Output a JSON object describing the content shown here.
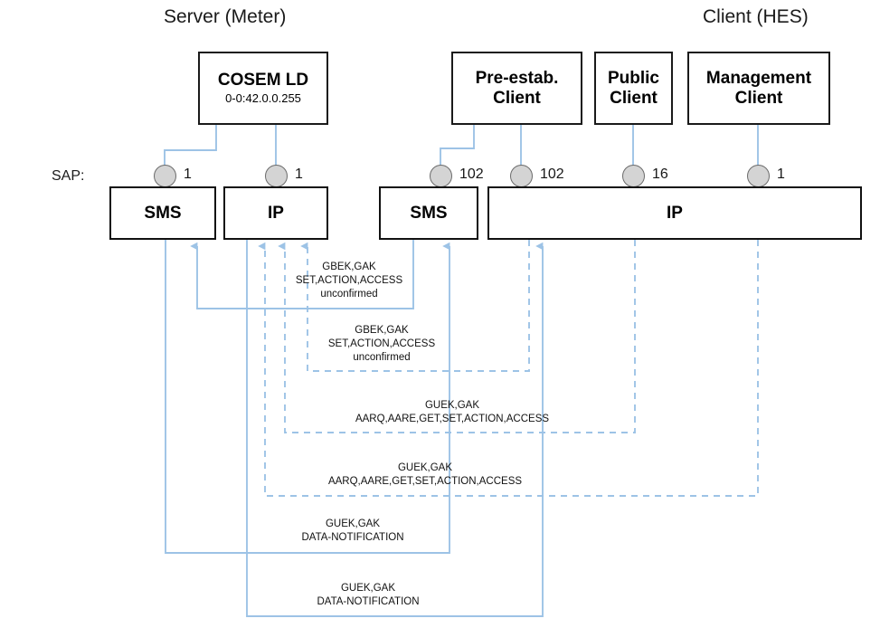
{
  "diagram": {
    "title_left": "Server (Meter)",
    "title_right": "Client (HES)",
    "sap_label": "SAP:"
  },
  "nodes": [
    {
      "id": "cosem-ld",
      "title": "COSEM LD",
      "sub": "0-0:42.0.0.255"
    },
    {
      "id": "pre-estab-client",
      "title": "Pre-estab.\nClient",
      "sub": ""
    },
    {
      "id": "public-client",
      "title": "Public\nClient",
      "sub": ""
    },
    {
      "id": "management-client",
      "title": "Management\nClient",
      "sub": ""
    }
  ],
  "node_labels": {
    "cosem_ld_title": "COSEM LD",
    "cosem_ld_sub": "0-0:42.0.0.255",
    "pre_estab_l1": "Pre-estab.",
    "pre_estab_l2": "Client",
    "public_l1": "Public",
    "public_l2": "Client",
    "management_l1": "Management",
    "management_l2": "Client"
  },
  "layers": [
    {
      "id": "server-sms",
      "label": "SMS"
    },
    {
      "id": "server-ip",
      "label": "IP"
    },
    {
      "id": "client-sms",
      "label": "SMS"
    },
    {
      "id": "client-ip",
      "label": "IP"
    }
  ],
  "layer_labels": {
    "server_sms": "SMS",
    "server_ip": "IP",
    "client_sms": "SMS",
    "client_ip": "IP"
  },
  "saps": [
    {
      "id": "sap-server-sms",
      "value": "1"
    },
    {
      "id": "sap-server-ip",
      "value": "1"
    },
    {
      "id": "sap-client-sms",
      "value": "102"
    },
    {
      "id": "sap-client-ip-102",
      "value": "102"
    },
    {
      "id": "sap-client-ip-16",
      "value": "16"
    },
    {
      "id": "sap-client-ip-1",
      "value": "1"
    }
  ],
  "sap_values": {
    "server_sms": "1",
    "server_ip": "1",
    "client_sms": "102",
    "client_ip_102": "102",
    "client_ip_16": "16",
    "client_ip_1": "1"
  },
  "flows": [
    {
      "id": "flow-gbek-sms",
      "line1": "GBEK,GAK",
      "line2": "SET,ACTION,ACCESS",
      "line3": "unconfirmed",
      "style": "solid"
    },
    {
      "id": "flow-gbek-ip",
      "line1": "GBEK,GAK",
      "line2": "SET,ACTION,ACCESS",
      "line3": "unconfirmed",
      "style": "dashed"
    },
    {
      "id": "flow-guek-aarq-upper",
      "line1": "GUEK,GAK",
      "line2": "AARQ,AARE,GET,SET,ACTION,ACCESS",
      "line3": "",
      "style": "dashed"
    },
    {
      "id": "flow-guek-aarq-lower",
      "line1": "GUEK,GAK",
      "line2": "AARQ,AARE,GET,SET,ACTION,ACCESS",
      "line3": "",
      "style": "dashed"
    },
    {
      "id": "flow-guek-datanotif-upper",
      "line1": "GUEK,GAK",
      "line2": "DATA-NOTIFICATION",
      "line3": "",
      "style": "solid"
    },
    {
      "id": "flow-guek-datanotif-lower",
      "line1": "GUEK,GAK",
      "line2": "DATA-NOTIFICATION",
      "line3": "",
      "style": "solid"
    }
  ],
  "flow_text": {
    "f1_l1": "GBEK,GAK",
    "f1_l2": "SET,ACTION,ACCESS",
    "f1_l3": "unconfirmed",
    "f2_l1": "GBEK,GAK",
    "f2_l2": "SET,ACTION,ACCESS",
    "f2_l3": "unconfirmed",
    "f3_l1": "GUEK,GAK",
    "f3_l2": "AARQ,AARE,GET,SET,ACTION,ACCESS",
    "f4_l1": "GUEK,GAK",
    "f4_l2": "AARQ,AARE,GET,SET,ACTION,ACCESS",
    "f5_l1": "GUEK,GAK",
    "f5_l2": "DATA-NOTIFICATION",
    "f6_l1": "GUEK,GAK",
    "f6_l2": "DATA-NOTIFICATION"
  },
  "colors": {
    "wire": "#9dc3e6",
    "box_border": "#111111",
    "sap_fill": "#d4d4d4",
    "sap_stroke": "#6b6b6b",
    "text": "#111111",
    "background": "#ffffff"
  }
}
